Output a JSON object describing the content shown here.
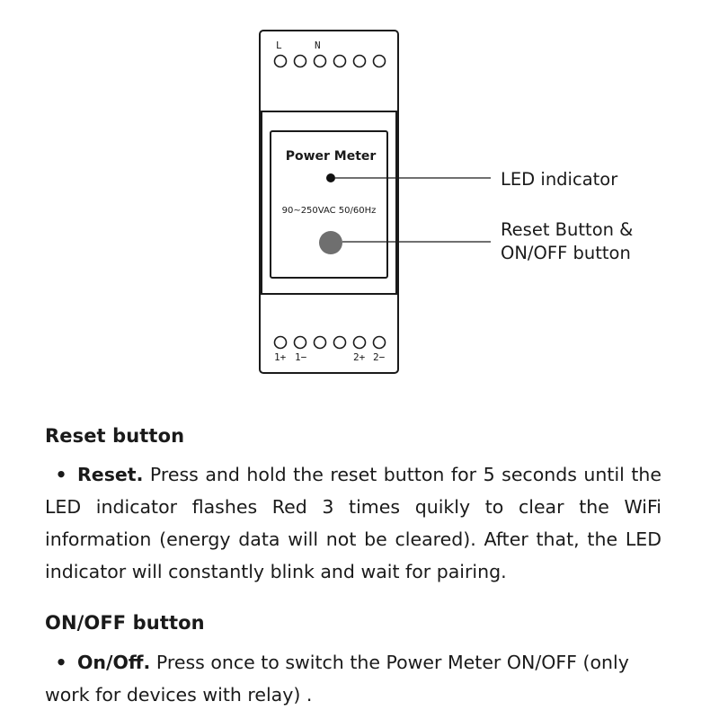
{
  "device": {
    "terminal_labels_top": [
      "L",
      "N"
    ],
    "terminal_labels_bottom": [
      "1+",
      "1−",
      "2+",
      "2−"
    ],
    "panel_title": "Power Meter",
    "rating": "90~250VAC 50/60Hz",
    "led_icon": "led-dot-icon",
    "button_icon": "round-button-icon",
    "colors": {
      "outline": "#1a1a1a",
      "button": "#6f6f6f",
      "led": "#111111"
    }
  },
  "callouts": {
    "led_label": "LED indicator",
    "reset_label_line1": "Reset Button &",
    "reset_label_line2": "ON/OFF button"
  },
  "sections": {
    "reset": {
      "heading": "Reset button",
      "bullet_title": "Reset.",
      "bullet_text": " Press and hold the reset button for 5 seconds until the LED indicator flashes Red 3 times quikly to clear the WiFi information (energy data will not be cleared). After that, the LED indicator will constantly blink and wait for pairing."
    },
    "onoff": {
      "heading": "ON/OFF button",
      "bullet_title": "On/Off.",
      "bullet_text": " Press once to switch the Power Meter ON/OFF (only work for devices with relay) ."
    }
  }
}
